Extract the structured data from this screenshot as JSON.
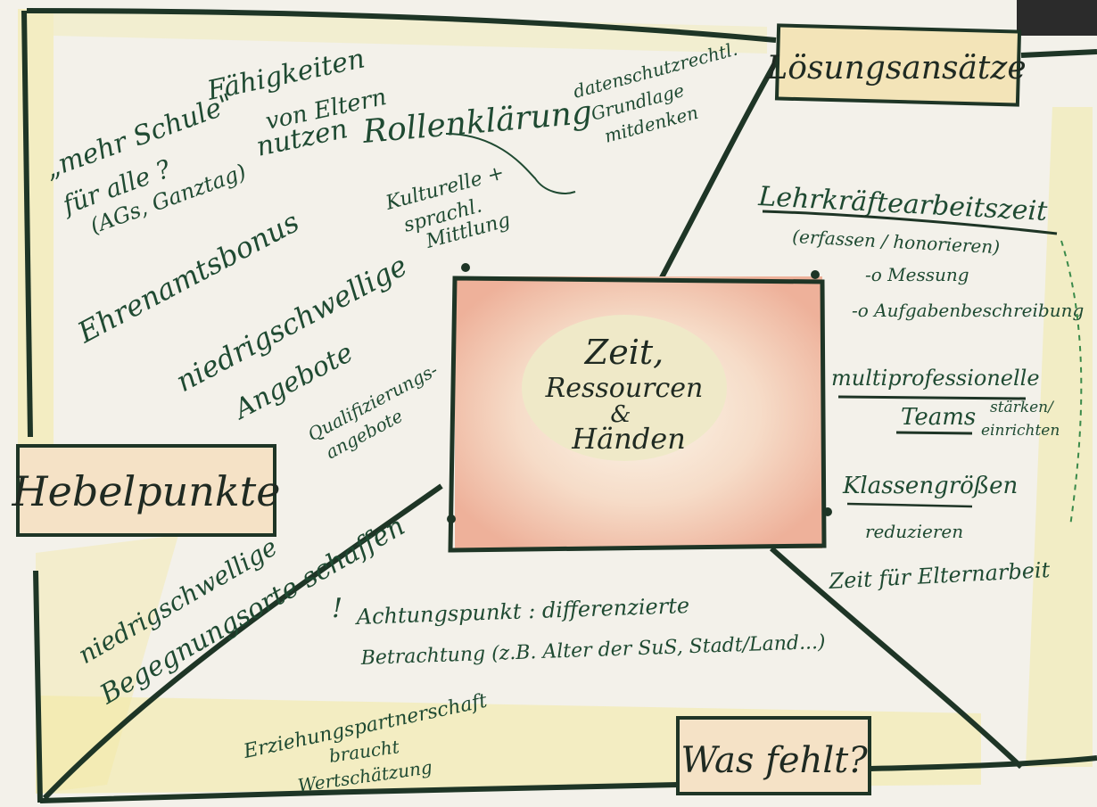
{
  "center": {
    "line1": "Zeit,",
    "line2": "Ressourcen",
    "line3": "&",
    "line4": "Händen"
  },
  "sections": {
    "loesungsansaetze": "Lösungsansätze",
    "hebelpunkte": "Hebelpunkte",
    "was_fehlt": "Was fehlt?"
  },
  "notes": {
    "mehr_schule": "„mehr Schule\"",
    "fuer_alle": "für alle ?",
    "ags_ganztag": "(AGs, Ganztag)",
    "faehigkeiten": "Fähigkeiten",
    "von_eltern": "von Eltern",
    "nutzen": "nutzen",
    "rollenklaerung": "Rollenklärung",
    "datenschutz1": "datenschutzrechtl.",
    "datenschutz2": "Grundlage",
    "datenschutz3": "mitdenken",
    "kulturell1": "Kulturelle +",
    "kulturell2": "sprachl.",
    "kulturell3": "Mittlung",
    "ehrenamtsbonus": "Ehrenamtsbonus",
    "niedrig1": "niedrigschwellige",
    "niedrig2": "Angebote",
    "quali1": "Qualifizierungs-",
    "quali2": "angebote",
    "lehrkraefte": "Lehrkräftearbeitszeit",
    "erfassen": "(erfassen / honorieren)",
    "messung": "-o Messung",
    "aufgaben": "-o Aufgabenbeschreibung",
    "multi": "multiprofessionelle",
    "teams": "Teams",
    "staerken1": "stärken/",
    "staerken2": "einrichten",
    "klassen": "Klassengrößen",
    "reduzieren": "reduzieren",
    "eltern": "Zeit für Elternarbeit",
    "begeg1": "niedrigschwellige",
    "begeg2": "Begegnungsorte schaffen",
    "excl": "!",
    "achtung1": "Achtungspunkt : differenzierte",
    "achtung2": "Betrachtung (z.B. Alter der SuS, Stadt/Land...)",
    "erz1": "Erziehungspartnerschaft",
    "erz2": "braucht",
    "erz3": "Wertschätzung"
  },
  "colors": {
    "paper": "#f3f1ea",
    "marker_dark": "#1e3526",
    "marker_green": "#1f4a32",
    "crayon_yellow": "#f2e9a0",
    "crayon_red": "#e9a08a",
    "ellipse": "#efe9c8"
  }
}
